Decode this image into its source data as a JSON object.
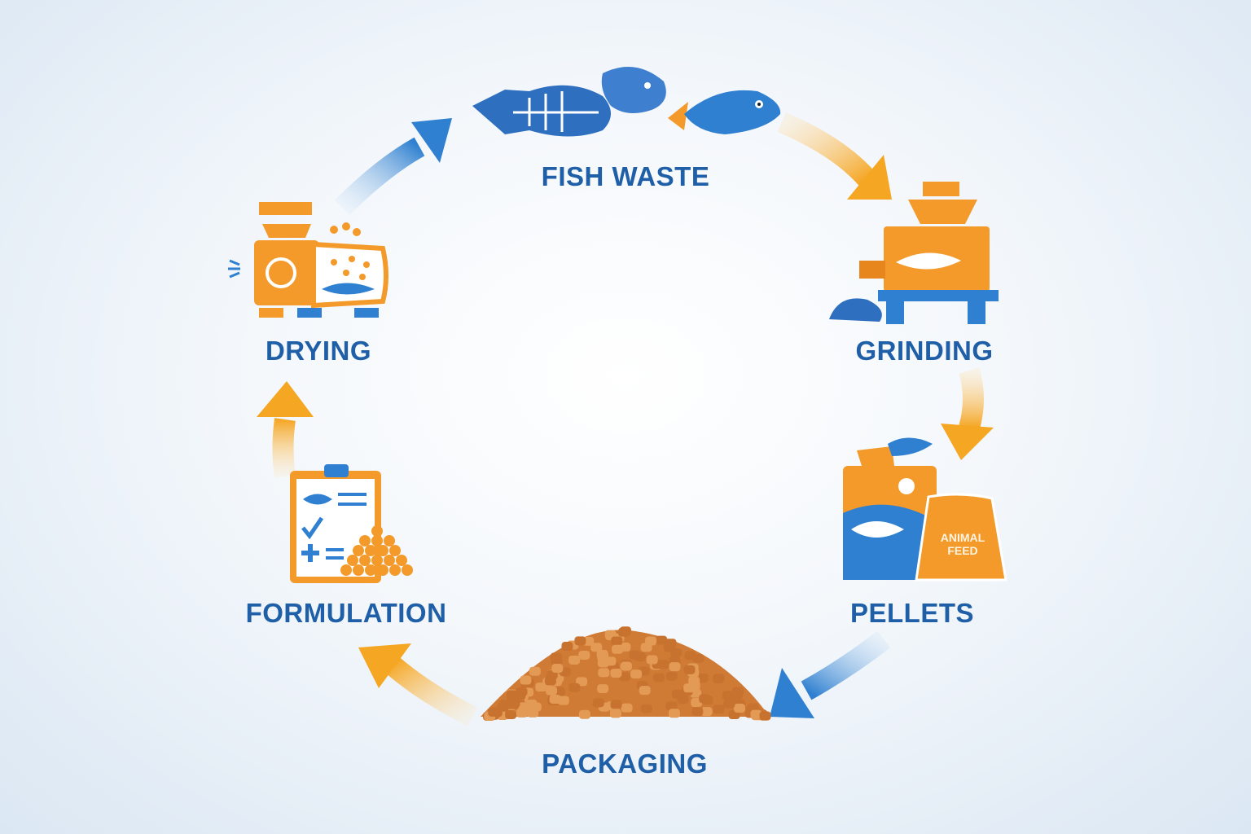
{
  "title": "Fish waste to animal feed cycle",
  "steps": [
    {
      "label": "FISH WASTE",
      "icon": "fish-waste-icon"
    },
    {
      "label": "GRINDING",
      "icon": "grinder-icon"
    },
    {
      "label": "PELLETS",
      "icon": "feed-bags-icon"
    },
    {
      "label": "PACKAGING",
      "icon": "pellet-pile-icon"
    },
    {
      "label": "FORMULATION",
      "icon": "clipboard-icon"
    },
    {
      "label": "DRYING",
      "icon": "dryer-icon"
    }
  ],
  "bag": {
    "line1": "ANIMAL",
    "line2": "FEED"
  },
  "colors": {
    "blue": "#1f5fa8",
    "lightblue": "#3a8fdc",
    "orange": "#f39a2a",
    "pellet": "#d9823a"
  }
}
